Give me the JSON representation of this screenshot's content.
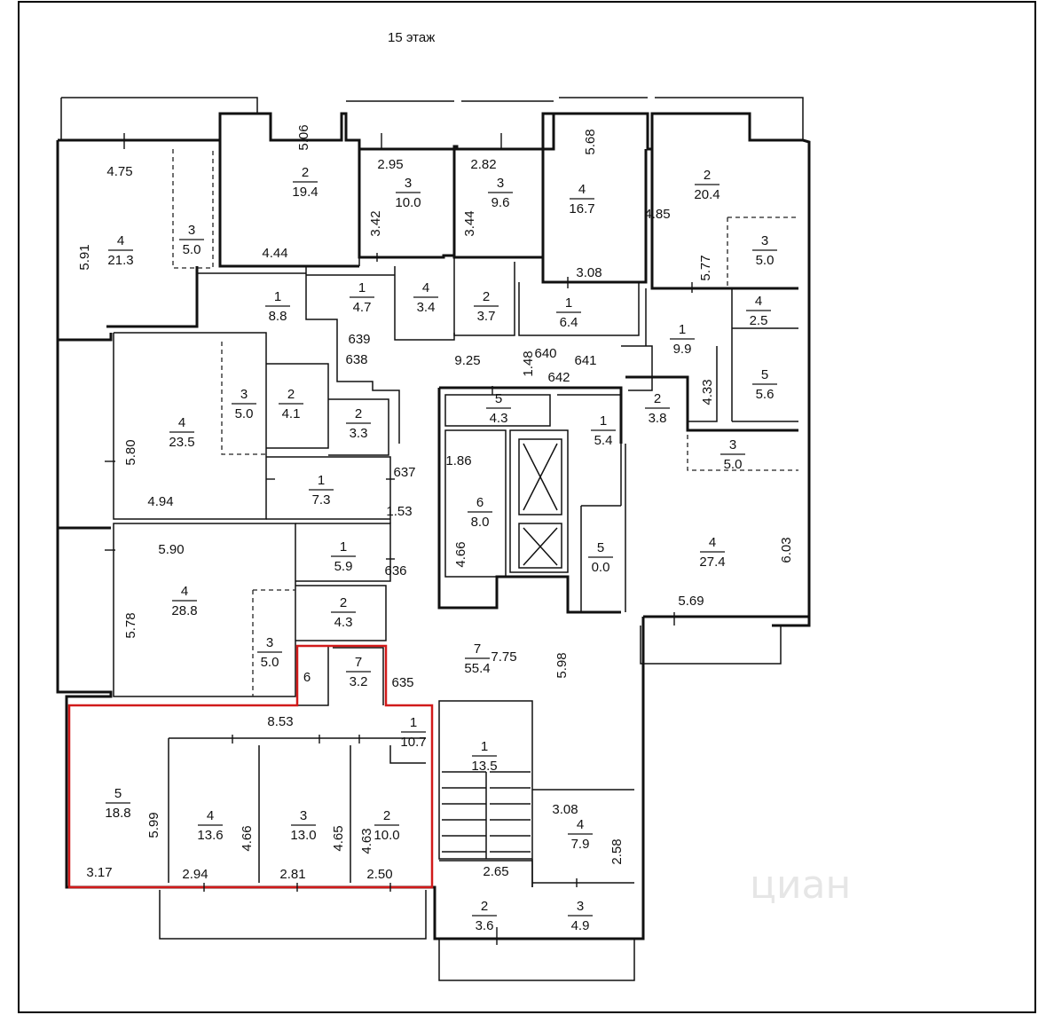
{
  "title": "15 этаж",
  "watermark": "циан",
  "rooms": [
    {
      "num": "4",
      "area": "21.3"
    },
    {
      "num": "3",
      "area": "5.0"
    },
    {
      "num": "2",
      "area": "19.4"
    },
    {
      "num": "3",
      "area": "10.0"
    },
    {
      "num": "3",
      "area": "9.6"
    },
    {
      "num": "4",
      "area": "16.7"
    },
    {
      "num": "2",
      "area": "20.4"
    },
    {
      "num": "3",
      "area": "5.0"
    },
    {
      "num": "1",
      "area": "8.8"
    },
    {
      "num": "1",
      "area": "4.7"
    },
    {
      "num": "4",
      "area": "3.4"
    },
    {
      "num": "2",
      "area": "3.7"
    },
    {
      "num": "1",
      "area": "6.4"
    },
    {
      "num": "4",
      "area": "2.5"
    },
    {
      "num": "1",
      "area": "9.9"
    },
    {
      "num": "4",
      "area": "23.5"
    },
    {
      "num": "3",
      "area": "5.0"
    },
    {
      "num": "2",
      "area": "4.1"
    },
    {
      "num": "2",
      "area": "3.3"
    },
    {
      "num": "5",
      "area": "4.3"
    },
    {
      "num": "1",
      "area": "5.4"
    },
    {
      "num": "2",
      "area": "3.8"
    },
    {
      "num": "5",
      "area": "5.6"
    },
    {
      "num": "3",
      "area": "5.0"
    },
    {
      "num": "1",
      "area": "7.3"
    },
    {
      "num": "6",
      "area": "8.0"
    },
    {
      "num": "1",
      "area": "5.9"
    },
    {
      "num": "5",
      "area": "0.0"
    },
    {
      "num": "4",
      "area": "27.4"
    },
    {
      "num": "4",
      "area": "28.8"
    },
    {
      "num": "2",
      "area": "4.3"
    },
    {
      "num": "3",
      "area": "5.0"
    },
    {
      "num": "7",
      "area": "3.2"
    },
    {
      "num": "7",
      "area": "55.4"
    },
    {
      "num": "1",
      "area": "10.7"
    },
    {
      "num": "1",
      "area": "13.5"
    },
    {
      "num": "5",
      "area": "18.8"
    },
    {
      "num": "4",
      "area": "13.6"
    },
    {
      "num": "3",
      "area": "13.0"
    },
    {
      "num": "2",
      "area": "10.0"
    },
    {
      "num": "4",
      "area": "7.9"
    },
    {
      "num": "2",
      "area": "3.6"
    },
    {
      "num": "3",
      "area": "4.9"
    }
  ],
  "labels": [
    "4.75",
    "5.91",
    "5.06",
    "4.44",
    "2.95",
    "3.42",
    "2.82",
    "3.44",
    "5.68",
    "3.08",
    "4.85",
    "5.77",
    "639",
    "638",
    "9.25",
    "1.48",
    "640",
    "641",
    "642",
    "4.33",
    "5.80",
    "4.94",
    "1.86",
    "637",
    "1.53",
    "6.03",
    "5.90",
    "636",
    "4.66",
    "5.69",
    "5.78",
    "6",
    "635",
    "7.75",
    "5.98",
    "8.53",
    "5.99",
    "4.66",
    "4.65",
    "4.63",
    "3.17",
    "2.94",
    "2.81",
    "2.50",
    "2.65",
    "3.08",
    "2.58"
  ]
}
